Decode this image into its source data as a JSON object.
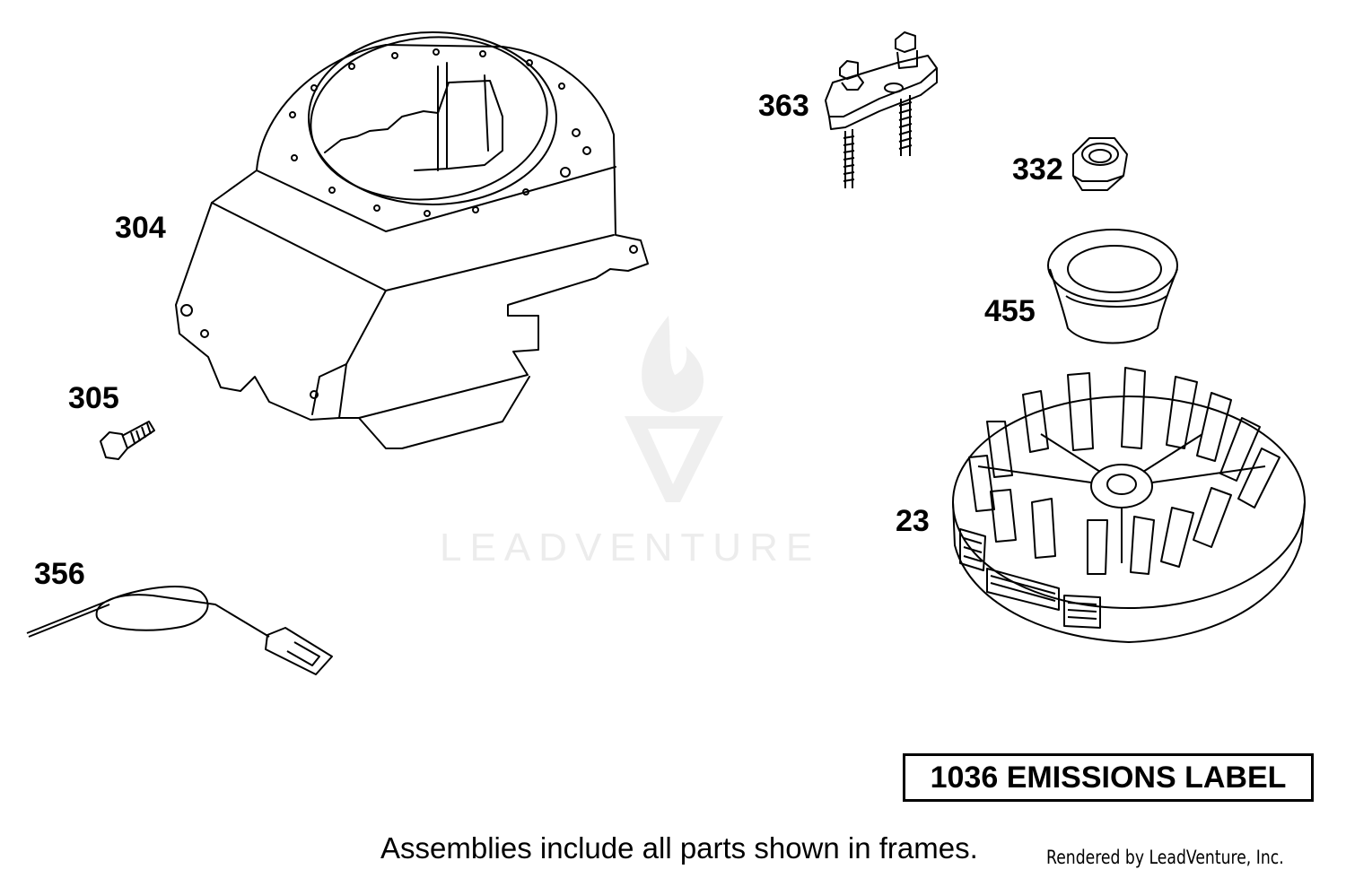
{
  "callouts": {
    "p304": "304",
    "p305": "305",
    "p356": "356",
    "p363": "363",
    "p332": "332",
    "p455": "455",
    "p23": "23"
  },
  "frame_label": "1036 EMISSIONS LABEL",
  "footer_note": "Assemblies include all parts shown in frames.",
  "credit": "Rendered by LeadVenture, Inc.",
  "watermark": "LEADVENTURE",
  "colors": {
    "line": "#000000",
    "watermark": "#ececec"
  }
}
